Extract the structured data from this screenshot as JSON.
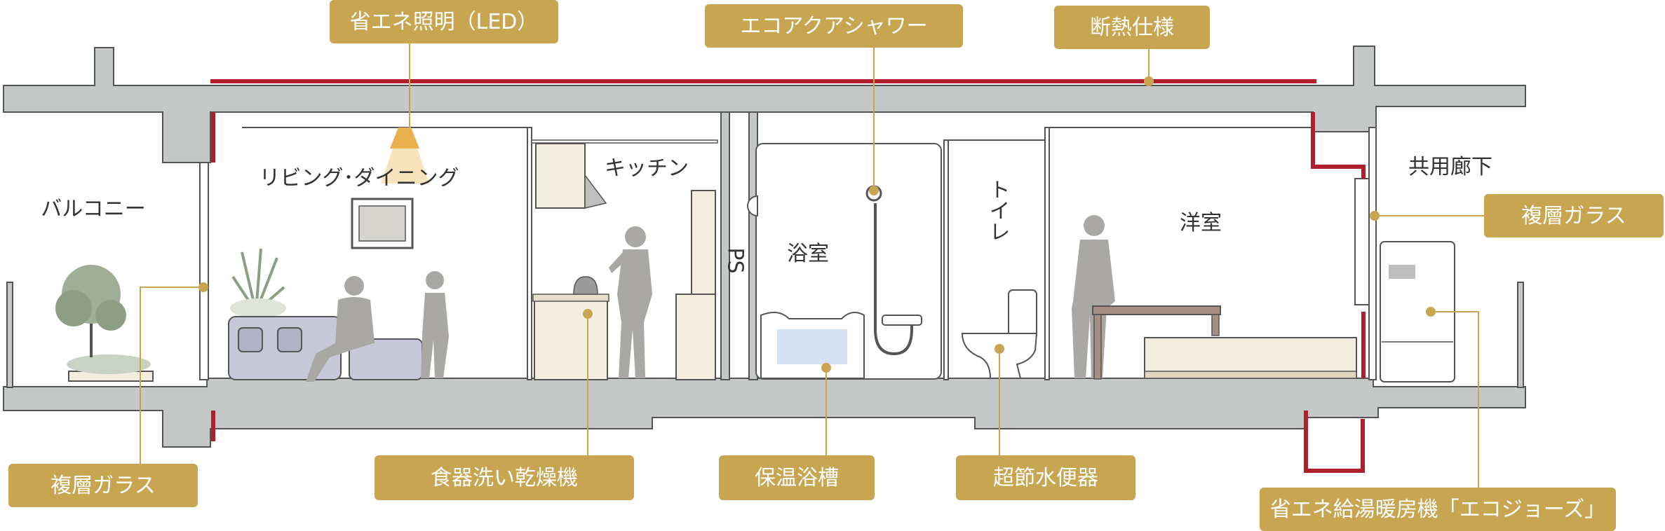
{
  "colors": {
    "wall": "#c4c9c7",
    "wall_stroke": "#555555",
    "insulation": "#b0202c",
    "callout_bg": "#c8a651",
    "callout_text": "#ffffff",
    "leader": "#c8a651",
    "figure": "#a9a8a4",
    "furniture": "#f3eedf"
  },
  "rooms": {
    "balcony": "バルコニー",
    "living": "リビング･ダイニング",
    "kitchen": "キッチン",
    "ps": "PS",
    "bath": "浴室",
    "toilet": "トイレ",
    "western": "洋室",
    "corridor": "共用廊下"
  },
  "callouts": {
    "led": "省エネ照明（LED）",
    "shower": "エコアクアシャワー",
    "insulation": "断熱仕様",
    "glass_right": "複層ガラス",
    "glass_left": "複層ガラス",
    "dishwasher": "食器洗い乾燥機",
    "bathtub": "保温浴槽",
    "toilet": "超節水便器",
    "heater": "省エネ給湯暖房機「エコジョーズ」"
  }
}
